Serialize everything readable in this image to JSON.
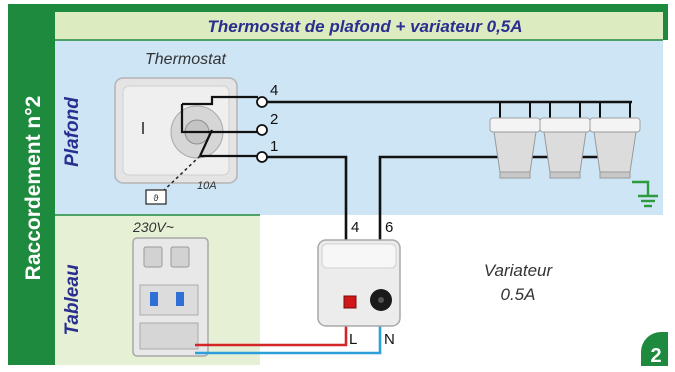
{
  "title": "Thermostat de plafond + variateur 0,5A",
  "side_label": "Raccordement n°2",
  "zone_ceiling": "Plafond",
  "zone_panel": "Tableau",
  "thermostat_label": "Thermostat",
  "terminals": [
    "4",
    "2",
    "1"
  ],
  "rating": "10A",
  "panel_voltage": "230V~",
  "dimmer_terminals": [
    "4",
    "6"
  ],
  "dimmer_name": "Variateur",
  "dimmer_rating": "0.5A",
  "line_label": "L",
  "neutral_label": "N",
  "page_number": "2",
  "colors": {
    "green": "#1e8a3e",
    "header_bg": "#dcebc0",
    "title_blue": "#2a2f8f",
    "ceiling_bg": "#cde5f5",
    "panel_bg": "#e6f0d4",
    "red_wire": "#d32626",
    "blue_wire": "#2f9fdc"
  }
}
